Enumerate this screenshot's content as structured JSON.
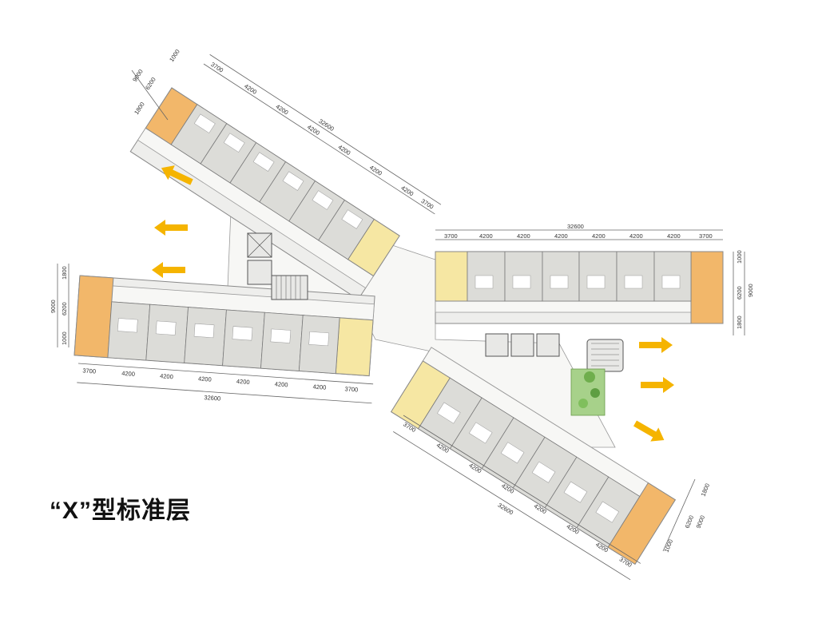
{
  "caption": "“X”型标准层",
  "dimensions": {
    "wing_total": "32600",
    "end_bay": "3700",
    "bay": "4200",
    "depth_total": "9000",
    "room_depth": "6200",
    "corridor": "1800",
    "balcony": "1000"
  },
  "colors": {
    "end_unit_orange": "#f2b76a",
    "end_unit_yellow": "#f6e7a3",
    "arrow": "#f5b400",
    "green": "#8cc06a"
  },
  "icons": [
    "arrow-icon",
    "courtyard-tree-icon",
    "staircase-icon",
    "elevator-icon"
  ]
}
